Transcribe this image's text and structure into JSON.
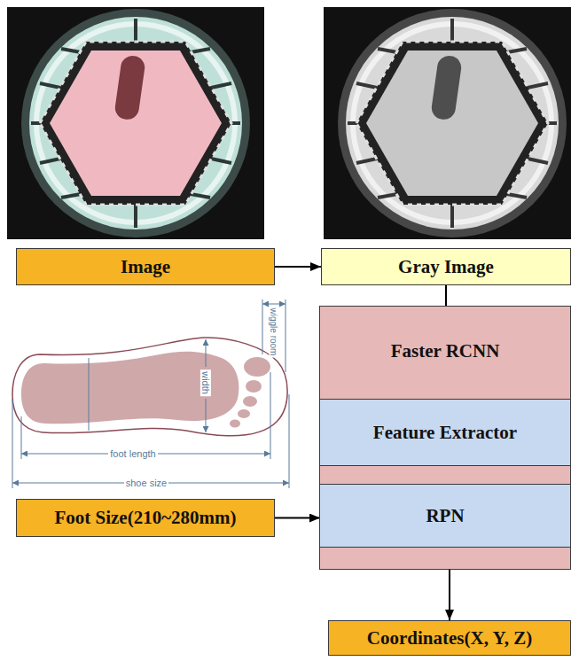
{
  "diagram": {
    "nodes": [
      {
        "text": [
          "Image"
        ]
      },
      {
        "text": [
          "Gray Image"
        ]
      },
      {
        "text": [
          "Faster RCNN"
        ]
      },
      {
        "text": [
          "Feature Extractor"
        ],
        "in": 2
      },
      {
        "text": [
          "RPN"
        ],
        "in": 2
      },
      {
        "text": [
          "Foot Size(210~280mm)"
        ]
      },
      {
        "text": [
          "Coordinates(X, Y, Z)"
        ]
      }
    ],
    "edges": [
      {
        "from": 0,
        "to": 1,
        "arrow": "to"
      },
      {
        "from": 1,
        "to": 2,
        "arrow": "none"
      },
      {
        "from": 5,
        "to": 4,
        "arrow": "to"
      },
      {
        "from": 2,
        "to": 6,
        "arrow": "to"
      }
    ],
    "labels": [
      "width",
      "wiggle room",
      "foot length",
      "shoe size"
    ]
  }
}
